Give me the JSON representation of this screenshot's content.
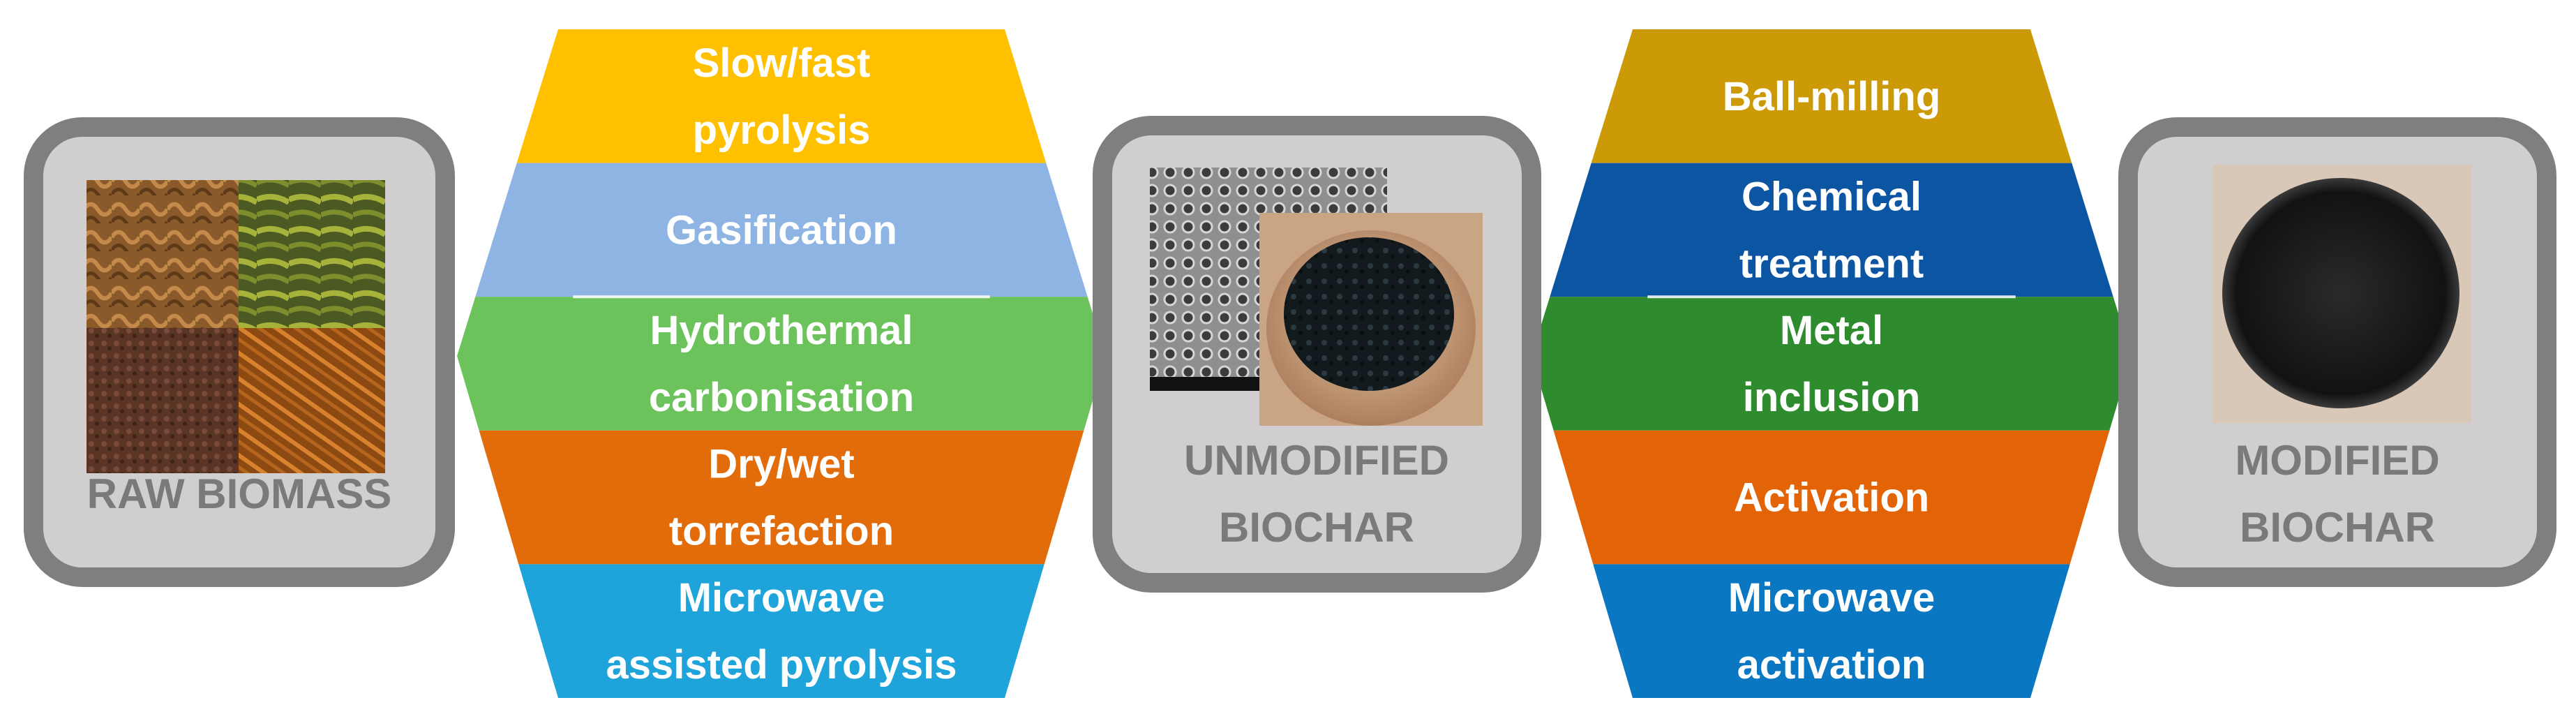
{
  "boxes": {
    "raw": {
      "lines": [
        "RAW BIOMASS"
      ]
    },
    "unmodified": {
      "lines": [
        "UNMODIFIED",
        "BIOCHAR"
      ]
    },
    "modified": {
      "lines": [
        "MODIFIED",
        "BIOCHAR"
      ]
    }
  },
  "left_methods": [
    {
      "lines": [
        "Slow/fast",
        "pyrolysis"
      ],
      "color": "#FFC000"
    },
    {
      "lines": [
        "Gasification"
      ],
      "color": "#8EB4E3"
    },
    {
      "lines": [
        "Hydrothermal",
        "carbonisation"
      ],
      "color": "#6CC35C"
    },
    {
      "lines": [
        "Dry/wet",
        "torrefaction"
      ],
      "color": "#E36C0A"
    },
    {
      "lines": [
        "Microwave",
        "assisted pyrolysis"
      ],
      "color": "#1FA3DB"
    }
  ],
  "right_methods": [
    {
      "lines": [
        "Ball-milling"
      ],
      "color": "#CC9A06"
    },
    {
      "lines": [
        "Chemical",
        "treatment"
      ],
      "color": "#0B55A3"
    },
    {
      "lines": [
        "Metal",
        "inclusion"
      ],
      "color": "#2E8B2E"
    },
    {
      "lines": [
        "Activation"
      ],
      "color": "#E36407"
    },
    {
      "lines": [
        "Microwave",
        "activation"
      ],
      "color": "#0A77C2"
    }
  ],
  "colors": {
    "box_border": "#7F7F7F",
    "box_fill": "#D0CECE",
    "box_text": "#7A7A7A"
  }
}
